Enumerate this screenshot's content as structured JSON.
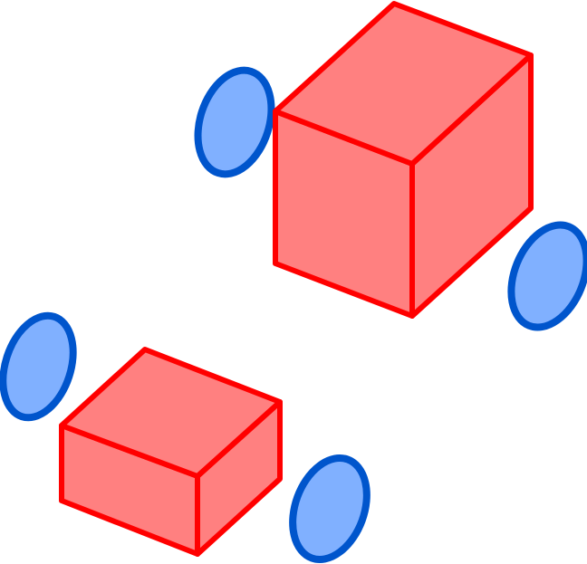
{
  "colors": {
    "background": "#ffffff",
    "box_fill": "#ff8080",
    "box_stroke": "#ff0000",
    "wheel_fill": "#80b0ff",
    "wheel_stroke": "#0055cc"
  },
  "figures": [
    {
      "name": "large-cube",
      "shape": "cube",
      "wheels": 2
    },
    {
      "name": "small-box",
      "shape": "box",
      "wheels": 2
    }
  ]
}
